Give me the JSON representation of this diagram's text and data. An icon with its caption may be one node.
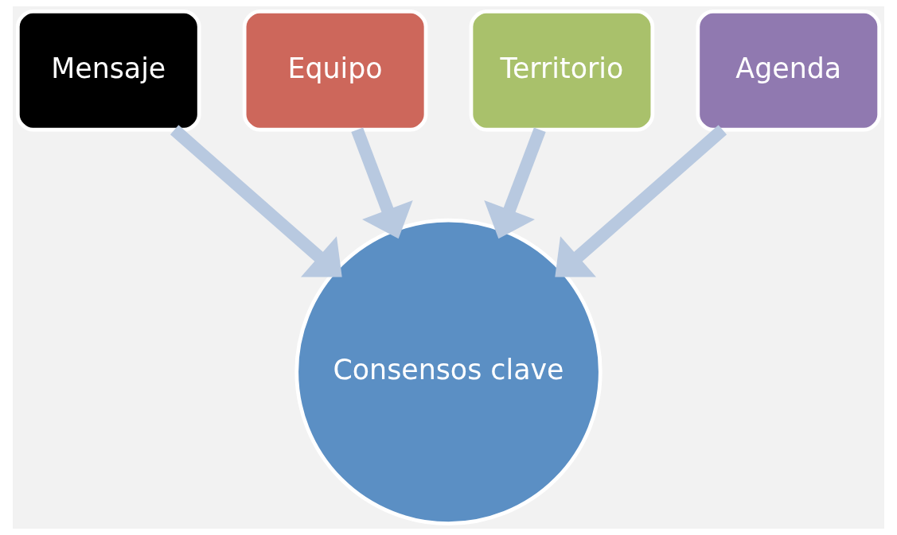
{
  "diagram": {
    "nodes": [
      {
        "text": [
          "Mensaje"
        ]
      },
      {
        "text": [
          "Equipo"
        ]
      },
      {
        "text": [
          "Territorio"
        ]
      },
      {
        "text": [
          "Agenda"
        ]
      },
      {
        "text": [
          "Consensos clave"
        ]
      }
    ],
    "edges": [
      {
        "from": 0,
        "to": 4,
        "arrow": "to"
      },
      {
        "from": 1,
        "to": 4,
        "arrow": "to"
      },
      {
        "from": 2,
        "to": 4,
        "arrow": "to"
      },
      {
        "from": 3,
        "to": 4,
        "arrow": "to"
      }
    ]
  }
}
